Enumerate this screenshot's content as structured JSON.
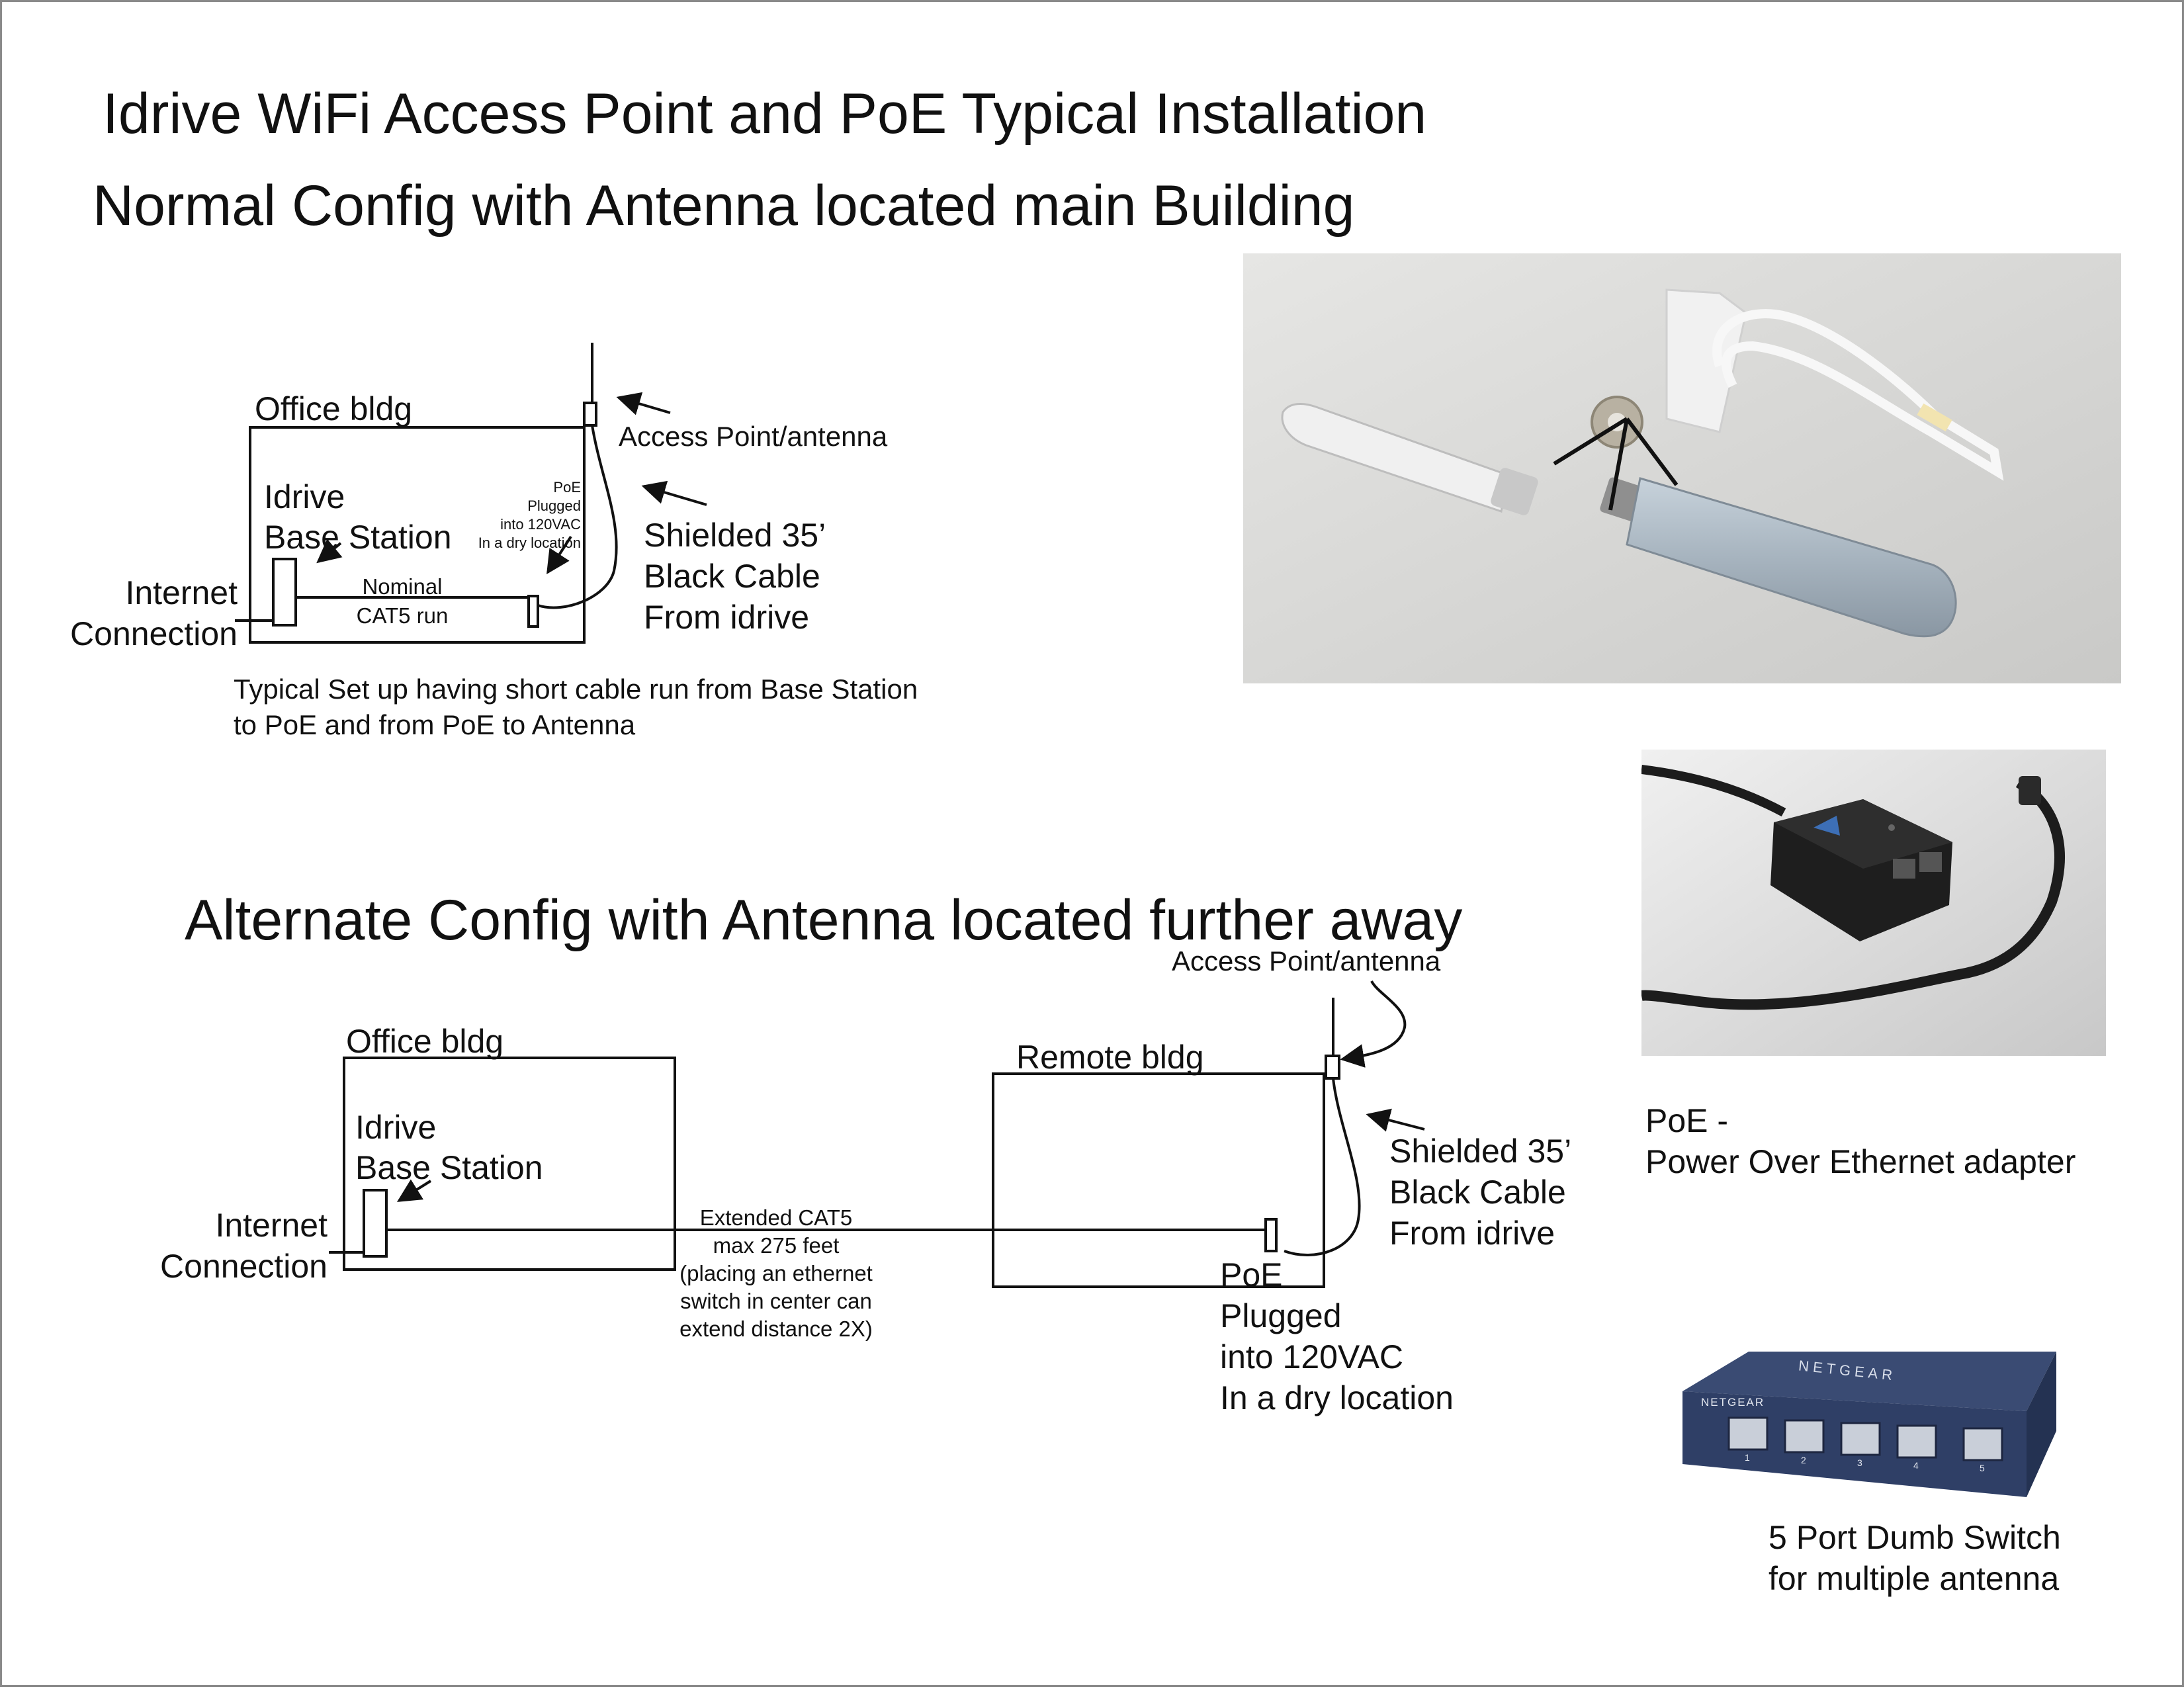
{
  "title": {
    "line1": "Idrive WiFi Access Point and PoE Typical Installation",
    "line2": "Normal Config with Antenna located main Building"
  },
  "normal_config": {
    "office_label": "Office bldg",
    "access_point_label": "Access Point/antenna",
    "base_station_line1": "Idrive",
    "base_station_line2": "Base Station",
    "poe_note": [
      "PoE",
      "Plugged",
      "into 120VAC",
      "In a dry location"
    ],
    "cable_label": [
      "Shielded 35’",
      "Black Cable",
      "From idrive"
    ],
    "internet_label": [
      "Internet",
      "Connection"
    ],
    "cat5_label": [
      "Nominal",
      "CAT5 run"
    ],
    "caption": [
      "Typical Set up having short cable run from Base Station",
      "to PoE and from PoE to Antenna"
    ]
  },
  "alternate_config": {
    "heading": "Alternate Config with Antenna located further away",
    "access_point_label": "Access Point/antenna",
    "office_label": "Office bldg",
    "base_station_line1": "Idrive",
    "base_station_line2": "Base Station",
    "internet_label": [
      "Internet",
      "Connection"
    ],
    "remote_label": "Remote bldg",
    "cat5_label": [
      "Extended CAT5",
      "max 275 feet",
      "(placing an ethernet",
      "switch in center can",
      "extend distance 2X)"
    ],
    "cable_label": [
      "Shielded 35’",
      "Black Cable",
      "From idrive"
    ],
    "poe_label": [
      "PoE",
      "Plugged",
      "into 120VAC",
      "In a dry location"
    ]
  },
  "photos": {
    "poe_caption": [
      "PoE -",
      "Power Over Ethernet adapter"
    ],
    "switch_caption": [
      "5 Port Dumb Switch",
      "for multiple antenna"
    ],
    "switch_brand": "NETGEAR",
    "switch_ports": [
      "1",
      "2",
      "3",
      "4",
      "5"
    ]
  }
}
